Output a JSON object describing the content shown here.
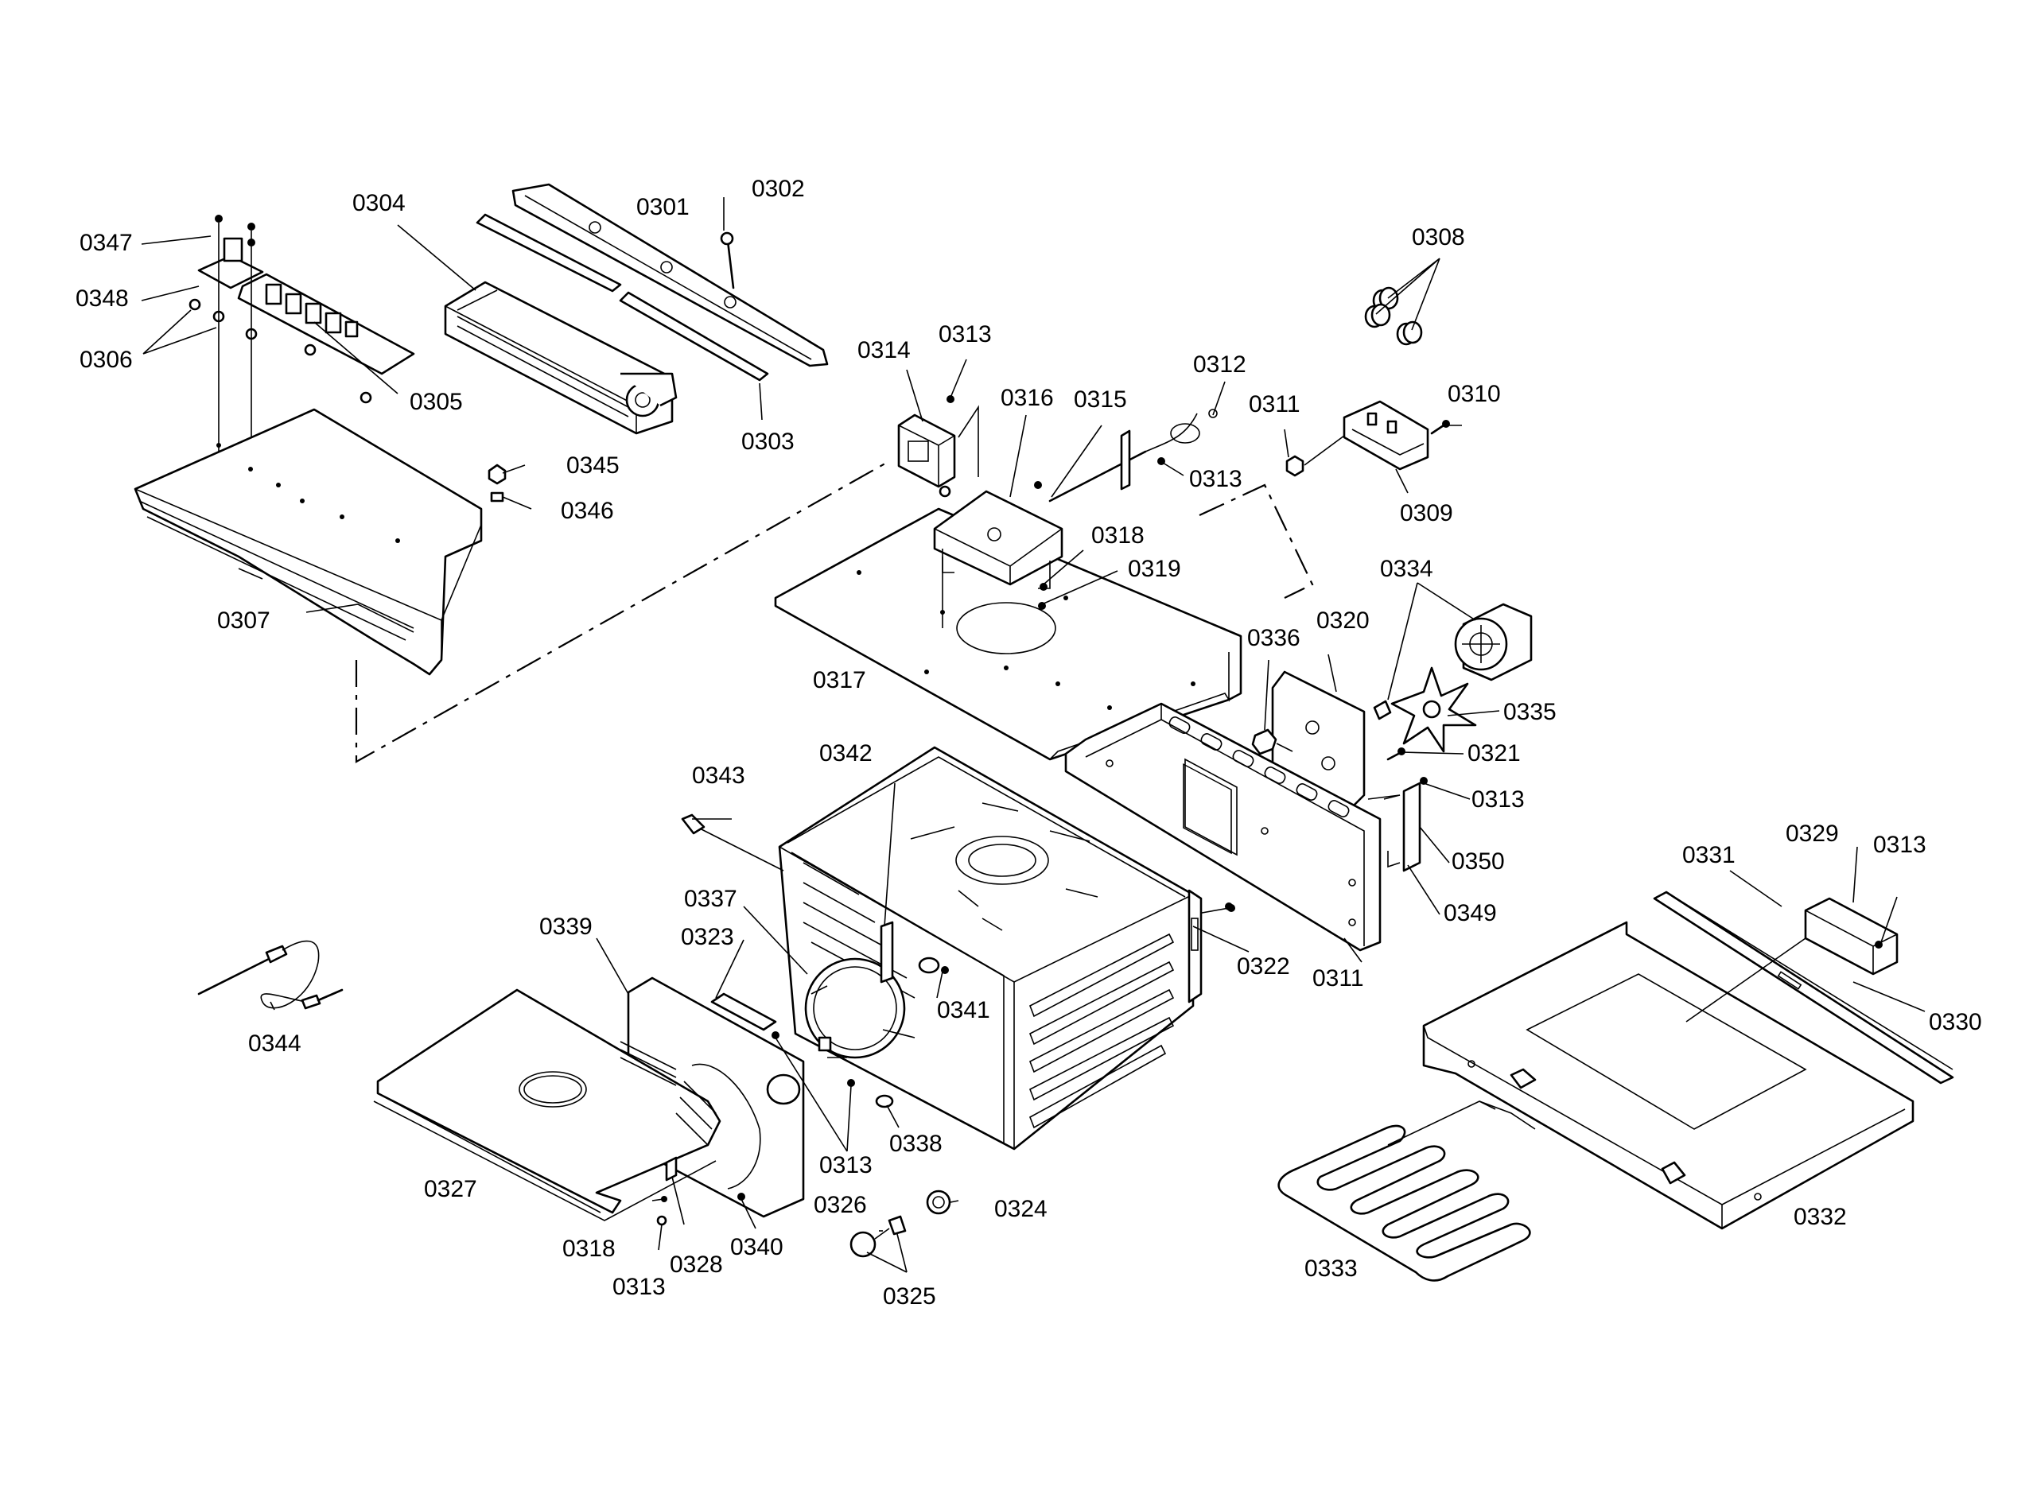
{
  "labels": [
    {
      "id": "0301",
      "text": "0301"
    },
    {
      "id": "0302",
      "text": "0302"
    },
    {
      "id": "0303",
      "text": "0303"
    },
    {
      "id": "0304",
      "text": "0304"
    },
    {
      "id": "0305",
      "text": "0305"
    },
    {
      "id": "0306",
      "text": "0306"
    },
    {
      "id": "0307",
      "text": "0307"
    },
    {
      "id": "0308",
      "text": "0308"
    },
    {
      "id": "0309",
      "text": "0309"
    },
    {
      "id": "0310",
      "text": "0310"
    },
    {
      "id": "0311a",
      "text": "0311"
    },
    {
      "id": "0311b",
      "text": "0311"
    },
    {
      "id": "0312",
      "text": "0312"
    },
    {
      "id": "0313a",
      "text": "0313"
    },
    {
      "id": "0313b",
      "text": "0313"
    },
    {
      "id": "0313c",
      "text": "0313"
    },
    {
      "id": "0313d",
      "text": "0313"
    },
    {
      "id": "0313e",
      "text": "0313"
    },
    {
      "id": "0313f",
      "text": "0313"
    },
    {
      "id": "0314",
      "text": "0314"
    },
    {
      "id": "0315",
      "text": "0315"
    },
    {
      "id": "0316",
      "text": "0316"
    },
    {
      "id": "0317",
      "text": "0317"
    },
    {
      "id": "0318a",
      "text": "0318"
    },
    {
      "id": "0318b",
      "text": "0318"
    },
    {
      "id": "0319",
      "text": "0319"
    },
    {
      "id": "0320",
      "text": "0320"
    },
    {
      "id": "0321",
      "text": "0321"
    },
    {
      "id": "0322",
      "text": "0322"
    },
    {
      "id": "0323",
      "text": "0323"
    },
    {
      "id": "0324",
      "text": "0324"
    },
    {
      "id": "0325",
      "text": "0325"
    },
    {
      "id": "0326",
      "text": "0326"
    },
    {
      "id": "0327",
      "text": "0327"
    },
    {
      "id": "0328",
      "text": "0328"
    },
    {
      "id": "0329",
      "text": "0329"
    },
    {
      "id": "0330",
      "text": "0330"
    },
    {
      "id": "0331",
      "text": "0331"
    },
    {
      "id": "0332",
      "text": "0332"
    },
    {
      "id": "0333",
      "text": "0333"
    },
    {
      "id": "0334",
      "text": "0334"
    },
    {
      "id": "0335",
      "text": "0335"
    },
    {
      "id": "0336",
      "text": "0336"
    },
    {
      "id": "0337",
      "text": "0337"
    },
    {
      "id": "0338",
      "text": "0338"
    },
    {
      "id": "0339",
      "text": "0339"
    },
    {
      "id": "0340",
      "text": "0340"
    },
    {
      "id": "0341",
      "text": "0341"
    },
    {
      "id": "0342",
      "text": "0342"
    },
    {
      "id": "0343",
      "text": "0343"
    },
    {
      "id": "0344",
      "text": "0344"
    },
    {
      "id": "0345",
      "text": "0345"
    },
    {
      "id": "0346",
      "text": "0346"
    },
    {
      "id": "0347",
      "text": "0347"
    },
    {
      "id": "0348",
      "text": "0348"
    },
    {
      "id": "0349",
      "text": "0349"
    },
    {
      "id": "0350",
      "text": "0350"
    }
  ]
}
